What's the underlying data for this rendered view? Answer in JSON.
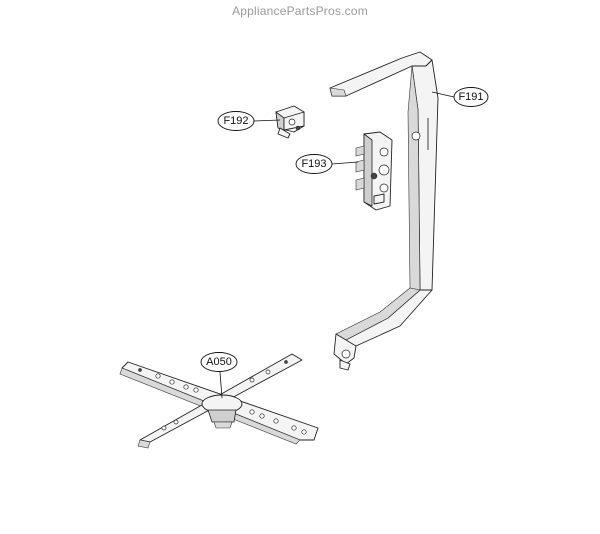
{
  "watermark": "AppliancePartsPros.com",
  "callouts": {
    "f191": "F191",
    "f192": "F192",
    "f193": "F193",
    "a050": "A050"
  }
}
